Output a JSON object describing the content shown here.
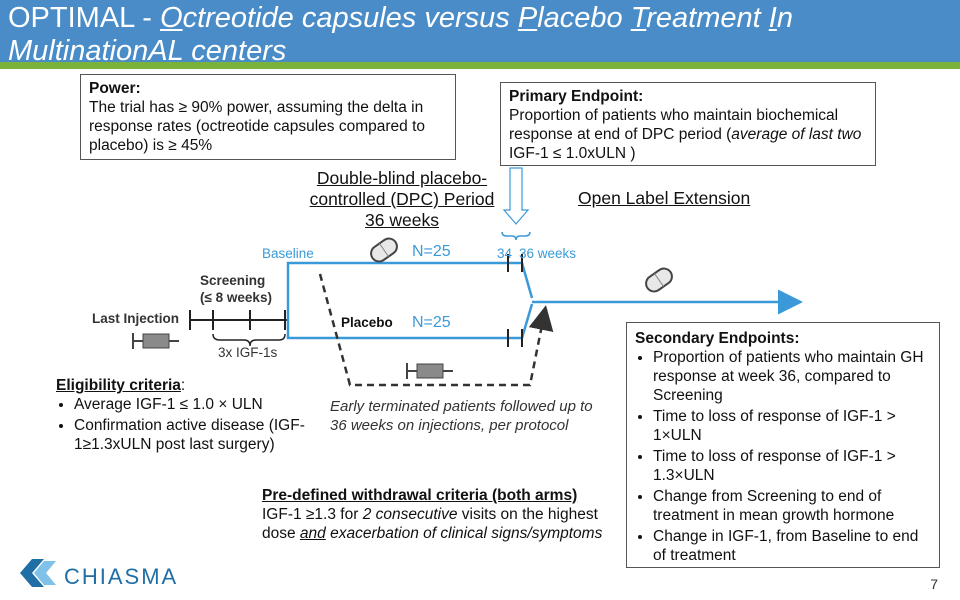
{
  "title": {
    "p1": "OPTIMAL - ",
    "o": "O",
    "p2": "ctreotide capsules versus ",
    "pl": "P",
    "p3": "lacebo ",
    "t": "T",
    "p4": "reatment ",
    "i": "I",
    "p5": "n",
    "m": "M",
    "p6": "ultination",
    "al": "AL",
    "p7": " centers"
  },
  "power": {
    "heading": "Power:",
    "text": "The trial has ≥ 90% power, assuming the delta in response rates (octreotide capsules compared to placebo) is ≥ 45%"
  },
  "primary": {
    "heading": "Primary Endpoint:",
    "text1": "Proportion of patients who maintain biochemical response at end of DPC period (",
    "text_it": "average of last two",
    "text2": " IGF-1 ≤ 1.0xULN )"
  },
  "dpc_label": "Double-blind placebo-controlled (DPC) Period 36 weeks",
  "ole_label": "Open Label Extension",
  "baseline": "Baseline",
  "n_top": "N=25",
  "n_bottom": "N=25",
  "wk34": "34",
  "wk36": "36 weeks",
  "screening": "Screening",
  "screening_dur": "(≤ 8 weeks)",
  "last_injection": "Last Injection",
  "placebo": "Placebo",
  "igf_count": "3x IGF-1s",
  "early_term": "Early terminated patients followed up to 36 weeks on injections, per protocol",
  "eligibility": {
    "heading": "Eligibility criteria",
    "colon": ":",
    "items": [
      "Average IGF-1 ≤ 1.0 × ULN",
      "Confirmation active disease (IGF-1≥1.3xULN post last surgery)"
    ]
  },
  "withdrawal": {
    "heading": "Pre-defined withdrawal criteria (both arms)",
    "t1": "IGF-1 ≥1.3 for ",
    "t2": "2 consecutive",
    "t3": " visits on the highest dose ",
    "t4": "and",
    "t5": " exacerbation of clinical signs/symptoms"
  },
  "secondary": {
    "heading": "Secondary Endpoints:",
    "items": [
      "Proportion of patients who maintain GH response at week 36, compared to Screening",
      "Time to loss of response of IGF-1 > 1×ULN",
      "Time to loss of response of IGF-1 > 1.3×ULN",
      "Change from Screening to end of treatment in mean growth hormone",
      "Change in IGF-1, from Baseline to end of treatment"
    ]
  },
  "logo": "CHIASMA",
  "page_number": "7",
  "colors": {
    "title_bg": "#4a8cc7",
    "band": "#7ab23c",
    "flow": "#3a9ad9",
    "dark": "#333333"
  }
}
